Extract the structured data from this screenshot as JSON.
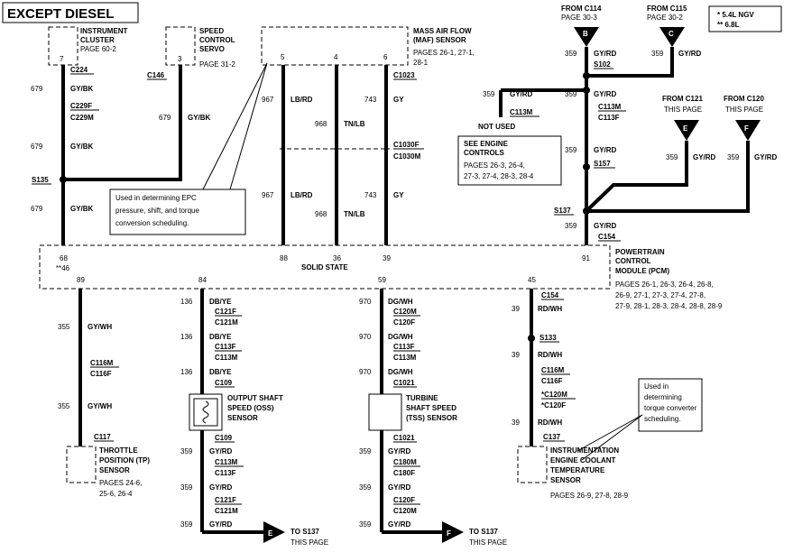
{
  "title": "EXCEPT DIESEL",
  "legend": {
    "a": "* 5.4L NGV",
    "b": "** 6.8L"
  },
  "components": {
    "instrument_cluster": {
      "name": [
        "INSTRUMENT",
        "CLUSTER"
      ],
      "page": "PAGE 60-2",
      "pin": "7",
      "conn": "C224"
    },
    "speed_servo": {
      "name": [
        "SPEED",
        "CONTROL",
        "SERVO"
      ],
      "page": "PAGE 31-2",
      "pin": "3",
      "conn": "C146"
    },
    "maf": {
      "name": [
        "MASS AIR FLOW",
        "(MAF) SENSOR"
      ],
      "pages": [
        "PAGES 26-1, 27-1,",
        "28-1"
      ],
      "pins": [
        "5",
        "4",
        "6"
      ],
      "conn": "C1023"
    },
    "pcm": {
      "name": [
        "POWERTRAIN",
        "CONTROL",
        "MODULE (PCM)"
      ],
      "pages": [
        "PAGES 26-1, 26-3, 26-4, 26-8,",
        "26-9, 27-1, 27-3, 27-4, 27-8,",
        "27-9, 28-1, 28-3, 28-4, 28-8, 28-9"
      ],
      "center": "SOLID STATE",
      "pins_top": [
        "68",
        "88",
        "36",
        "39",
        "91"
      ],
      "pin_alt": "**46",
      "pins_bottom": [
        "89",
        "84",
        "59",
        "45"
      ]
    },
    "oss": {
      "name": [
        "OUTPUT SHAFT",
        "SPEED (OSS)",
        "SENSOR"
      ]
    },
    "tss": {
      "name": [
        "TURBINE",
        "SHAFT SPEED",
        "(TSS) SENSOR"
      ]
    },
    "tp": {
      "name": [
        "THROTTLE",
        "POSITION (TP)",
        "SENSOR"
      ],
      "pages": [
        "PAGES 24-6,",
        "25-6, 26-4"
      ],
      "conn": "C117"
    },
    "ect": {
      "name": [
        "INSTRUMENTATION",
        "ENGINE COOLANT",
        "TEMPERATURE",
        "SENSOR"
      ],
      "pages": "PAGES 26-9, 27-8, 28-9",
      "conn": "C137"
    }
  },
  "notes": {
    "epc": [
      "Used in determining EPC",
      "pressure, shift, and torque",
      "conversion scheduling."
    ],
    "torque": [
      "Used in",
      "determining",
      "torque converter",
      "scheduling."
    ],
    "engine_controls": {
      "title": [
        "SEE ENGINE",
        "CONTROLS"
      ],
      "pages": [
        "PAGES 26-3, 26-4,",
        "27-3, 27-4, 28-3, 28-4"
      ]
    }
  },
  "feeds": {
    "c114": {
      "from": "FROM C114",
      "page": "PAGE 30-3",
      "letter": "B"
    },
    "c115": {
      "from": "FROM C115",
      "page": "PAGE 30-2",
      "letter": "C"
    },
    "c121": {
      "from": "FROM C121",
      "page": "THIS PAGE",
      "letter": "E"
    },
    "c120": {
      "from": "FROM C120",
      "page": "THIS PAGE",
      "letter": "F"
    },
    "to_e": {
      "to": "TO S137",
      "page": "THIS PAGE",
      "letter": "E"
    },
    "to_f": {
      "to": "TO S137",
      "page": "THIS PAGE",
      "letter": "F"
    }
  },
  "wires": {
    "w679": {
      "circuit": "679",
      "color": "GY/BK"
    },
    "w967": {
      "circuit": "967",
      "color": "LB/RD"
    },
    "w968": {
      "circuit": "968",
      "color": "TN/LB"
    },
    "w743": {
      "circuit": "743",
      "color": "GY"
    },
    "w359": {
      "circuit": "359",
      "color": "GY/RD"
    },
    "w355": {
      "circuit": "355",
      "color": "GY/WH"
    },
    "w136": {
      "circuit": "136",
      "color": "DB/YE"
    },
    "w970": {
      "circuit": "970",
      "color": "DG/WH"
    },
    "w39": {
      "circuit": "39",
      "color": "RD/WH"
    }
  },
  "connectors": {
    "c229f": "C229F",
    "c229m": "C229M",
    "s135": "S135",
    "c1030f": "C1030F",
    "c1030m": "C1030M",
    "s102": "S102",
    "c113m": "C113M",
    "c113f": "C113F",
    "s157": "S157",
    "s137": "S137",
    "c154": "C154",
    "not_used": "NOT USED",
    "c116m": "C116M",
    "c116f": "C116F",
    "c121f": "C121F",
    "c121m": "C121M",
    "c113f_b": "C113F",
    "c113m_b": "C113M",
    "c109": "C109",
    "c120m": "C120M",
    "c120f": "C120F",
    "c1021": "C1021",
    "c180m": "C180M",
    "c180f": "C180F",
    "s133": "S133",
    "c120m_s": "*C120M",
    "c120f_s": "*C120F"
  }
}
